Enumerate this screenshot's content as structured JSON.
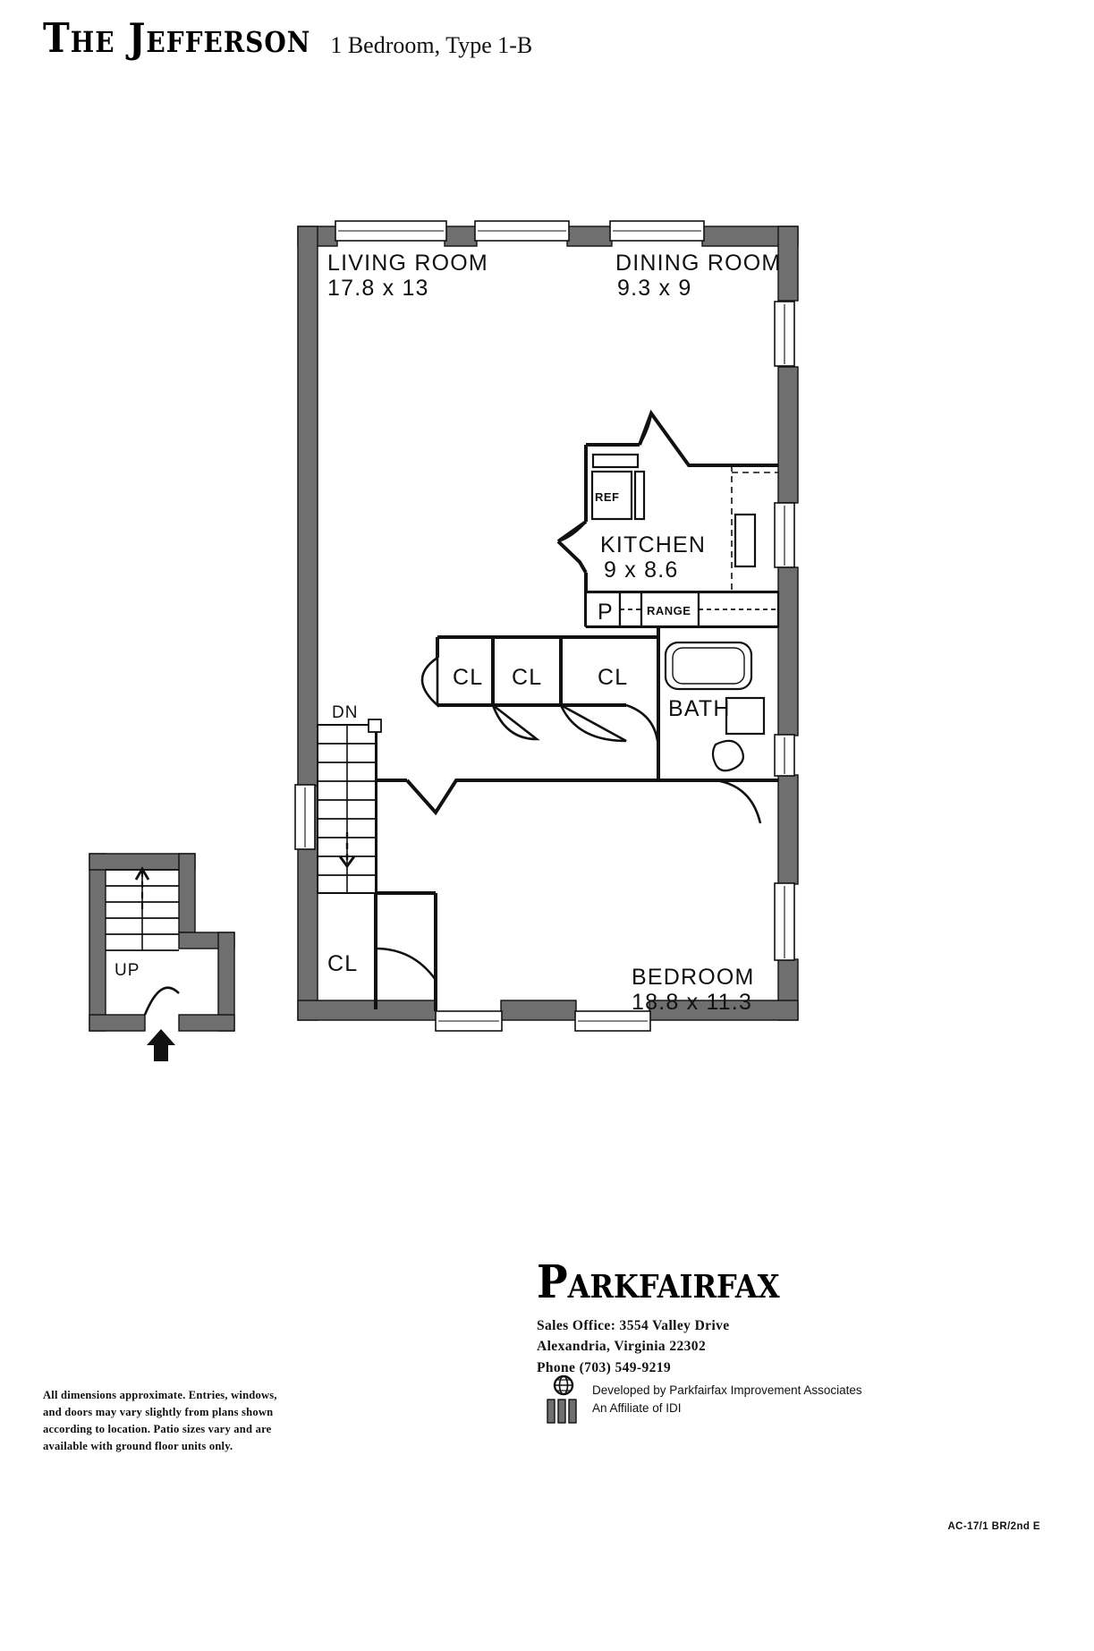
{
  "title": {
    "plan_name": "The Jefferson",
    "plan_type": "1 Bedroom, Type 1-B"
  },
  "plan": {
    "rooms": [
      {
        "name": "LIVING ROOM",
        "dims": "17.8 x 13"
      },
      {
        "name": "DINING ROOM",
        "dims": "9.3 x 9"
      },
      {
        "name": "KITCHEN",
        "dims": "9 x 8.6"
      },
      {
        "name": "BEDROOM",
        "dims": "18.8 x 11.3"
      },
      {
        "name": "BATH",
        "dims": ""
      }
    ],
    "labels": {
      "living_room": "LIVING ROOM",
      "living_room_dims": "17.8 x 13",
      "dining_room": "DINING ROOM",
      "dining_room_dims": "9.3 x 9",
      "kitchen": "KITCHEN",
      "kitchen_dims": "9 x 8.6",
      "bedroom": "BEDROOM",
      "bedroom_dims": "18.8 x 11.3",
      "bath": "BATH",
      "ref": "REF",
      "range": "RANGE",
      "pantry": "P",
      "closet_1": "CL",
      "closet_2": "CL",
      "closet_3": "CL",
      "closet_4": "CL",
      "stair_down": "DN",
      "stair_up": "UP"
    }
  },
  "brand": {
    "name": "Parkfairfax",
    "sales_office": "Sales Office: 3554 Valley Drive",
    "city_state_zip": "Alexandria, Virginia 22302",
    "phone": "Phone (703) 549-9219",
    "developer_line1": "Developed by Parkfairfax Improvement Associates",
    "developer_line2": "An Affiliate of IDI"
  },
  "footer": {
    "disclaimer": "All dimensions approximate. Entries, windows, and doors may vary slightly from plans shown according to location. Patio sizes vary and are available with ground floor units only.",
    "plan_code": "AC-17/1 BR/2nd E"
  },
  "colors": {
    "wall_fill": "#6f6f6f",
    "ink": "#111111",
    "paper": "#ffffff"
  }
}
